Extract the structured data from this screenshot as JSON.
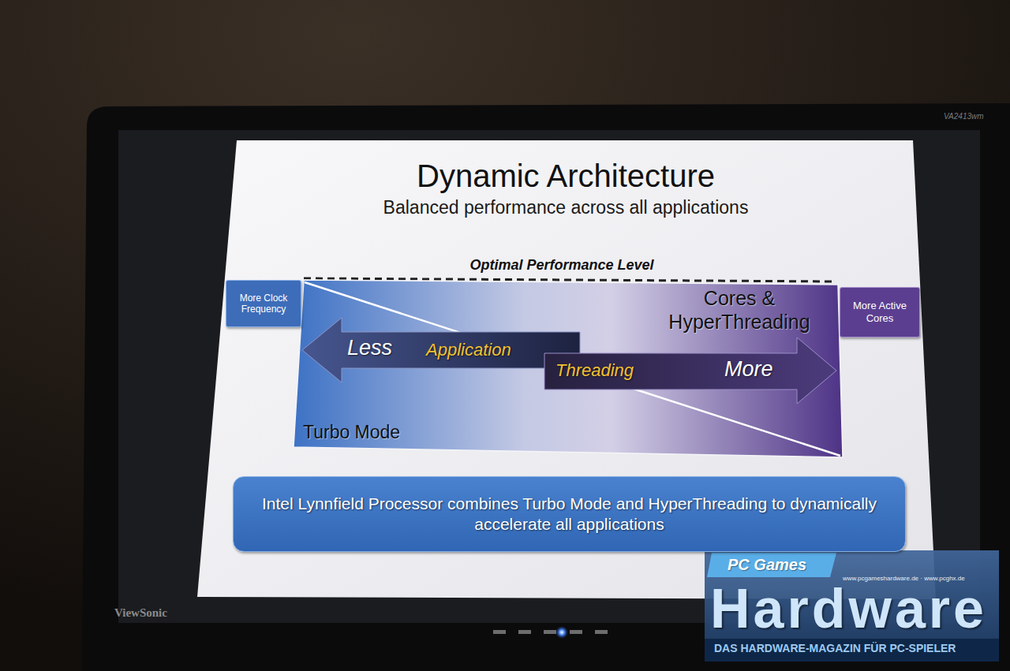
{
  "diagram": {
    "title": "Dynamic Architecture",
    "nodes": [
      {
        "text": [
          "More Clock Frequency"
        ]
      },
      {
        "text": [
          "Cores & HyperThreading",
          "Turbo Mode"
        ]
      },
      {
        "text": [
          "Less",
          "Application"
        ],
        "in": 1
      },
      {
        "text": [
          "Threading",
          "More"
        ],
        "in": 1
      },
      {
        "text": [
          "More Active Cores"
        ]
      },
      {
        "text": [
          "Intel Lynnfield Processor combines Turbo Mode and HyperThreading to dynamically accelerate all applications"
        ]
      }
    ],
    "labels": [
      "Balanced performance across all applications",
      "Optimal Performance Level",
      "ViewSonic",
      "VA2413wm",
      "PC Games",
      "www.pcgameshardware.de · www.pcghx.de",
      "Hardware",
      "DAS HARDWARE-MAGAZIN FÜR PC-SPIELER"
    ]
  }
}
